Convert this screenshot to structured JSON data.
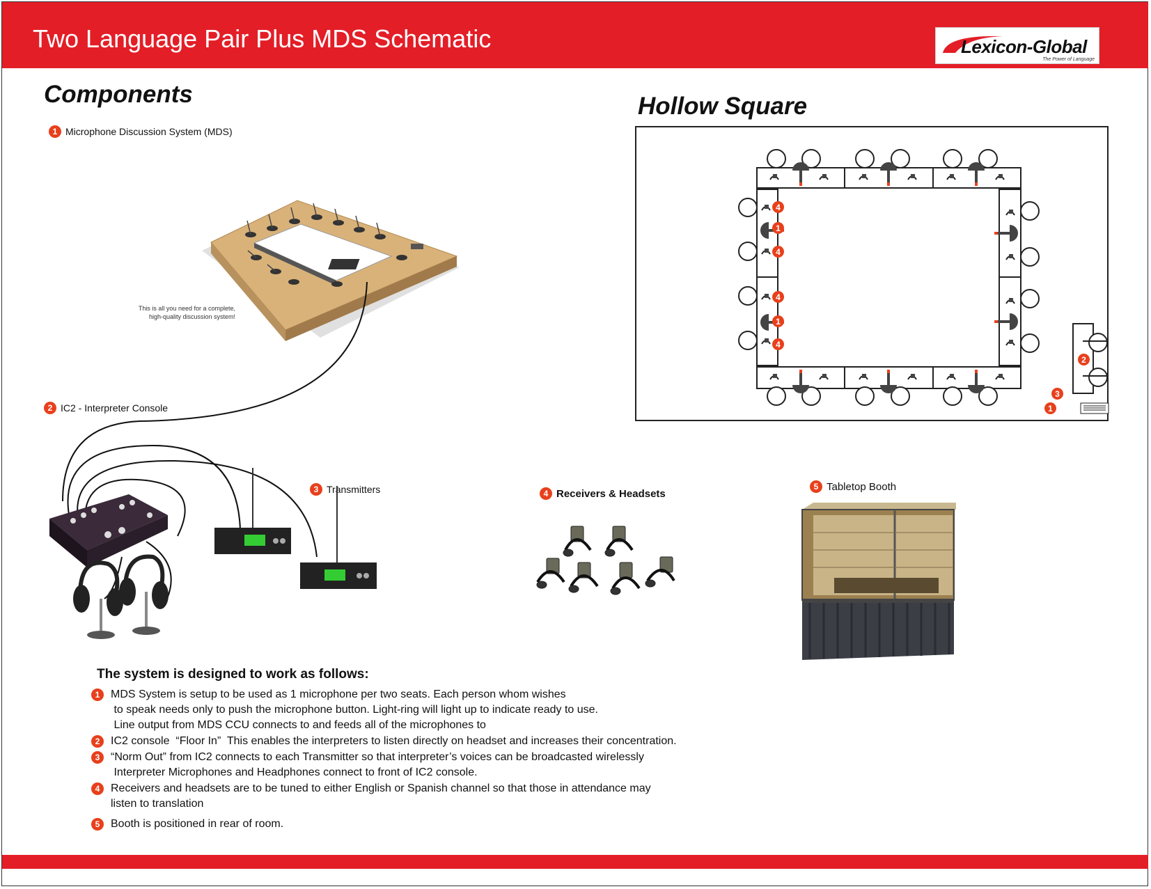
{
  "header": {
    "title": "Two Language Pair Plus MDS Schematic",
    "logo_text": "Lexicon-Global",
    "logo_tagline": "The Power of Language"
  },
  "colors": {
    "accent": "#e31e27",
    "badge": "#e8401c"
  },
  "components": {
    "title": "Components",
    "items": [
      {
        "num": "1",
        "label": "Microphone Discussion System (MDS)"
      },
      {
        "num": "2",
        "label": "IC2 - Interpreter Console"
      },
      {
        "num": "3",
        "label": "Transmitters"
      },
      {
        "num": "4",
        "label": "Receivers & Headsets"
      },
      {
        "num": "5",
        "label": "Tabletop Booth"
      }
    ],
    "mds_caption_line1": "This is all you need for a complete,",
    "mds_caption_line2": "high-quality discussion system!"
  },
  "hollow_square": {
    "title": "Hollow Square",
    "markers": [
      "4",
      "1",
      "4",
      "4",
      "1",
      "4",
      "2",
      "3",
      "1"
    ]
  },
  "explanation": {
    "title": "The system is designed to work as follows:",
    "steps": [
      {
        "num": "1",
        "lines": [
          "MDS System is setup to be used as 1 microphone per two seats. Each person whom wishes",
          " to speak needs only to push the microphone button. Light-ring will light up to indicate ready to use.",
          " Line output from MDS CCU connects to and feeds all of the microphones to"
        ]
      },
      {
        "num": "2",
        "lines": [
          "IC2 console  “Floor In”  This enables the interpreters to listen directly on headset and increases their concentration."
        ]
      },
      {
        "num": "3",
        "lines": [
          "“Norm Out” from IC2 connects to each Transmitter so that interpreter’s voices can be broadcasted wirelessly",
          " Interpreter Microphones and Headphones connect to front of IC2 console."
        ]
      },
      {
        "num": "4",
        "lines": [
          "Receivers and headsets are to be tuned to either English or Spanish channel so that those in attendance may",
          "listen to translation"
        ]
      },
      {
        "num": "5",
        "lines": [
          "Booth is positioned in rear of room."
        ]
      }
    ]
  }
}
